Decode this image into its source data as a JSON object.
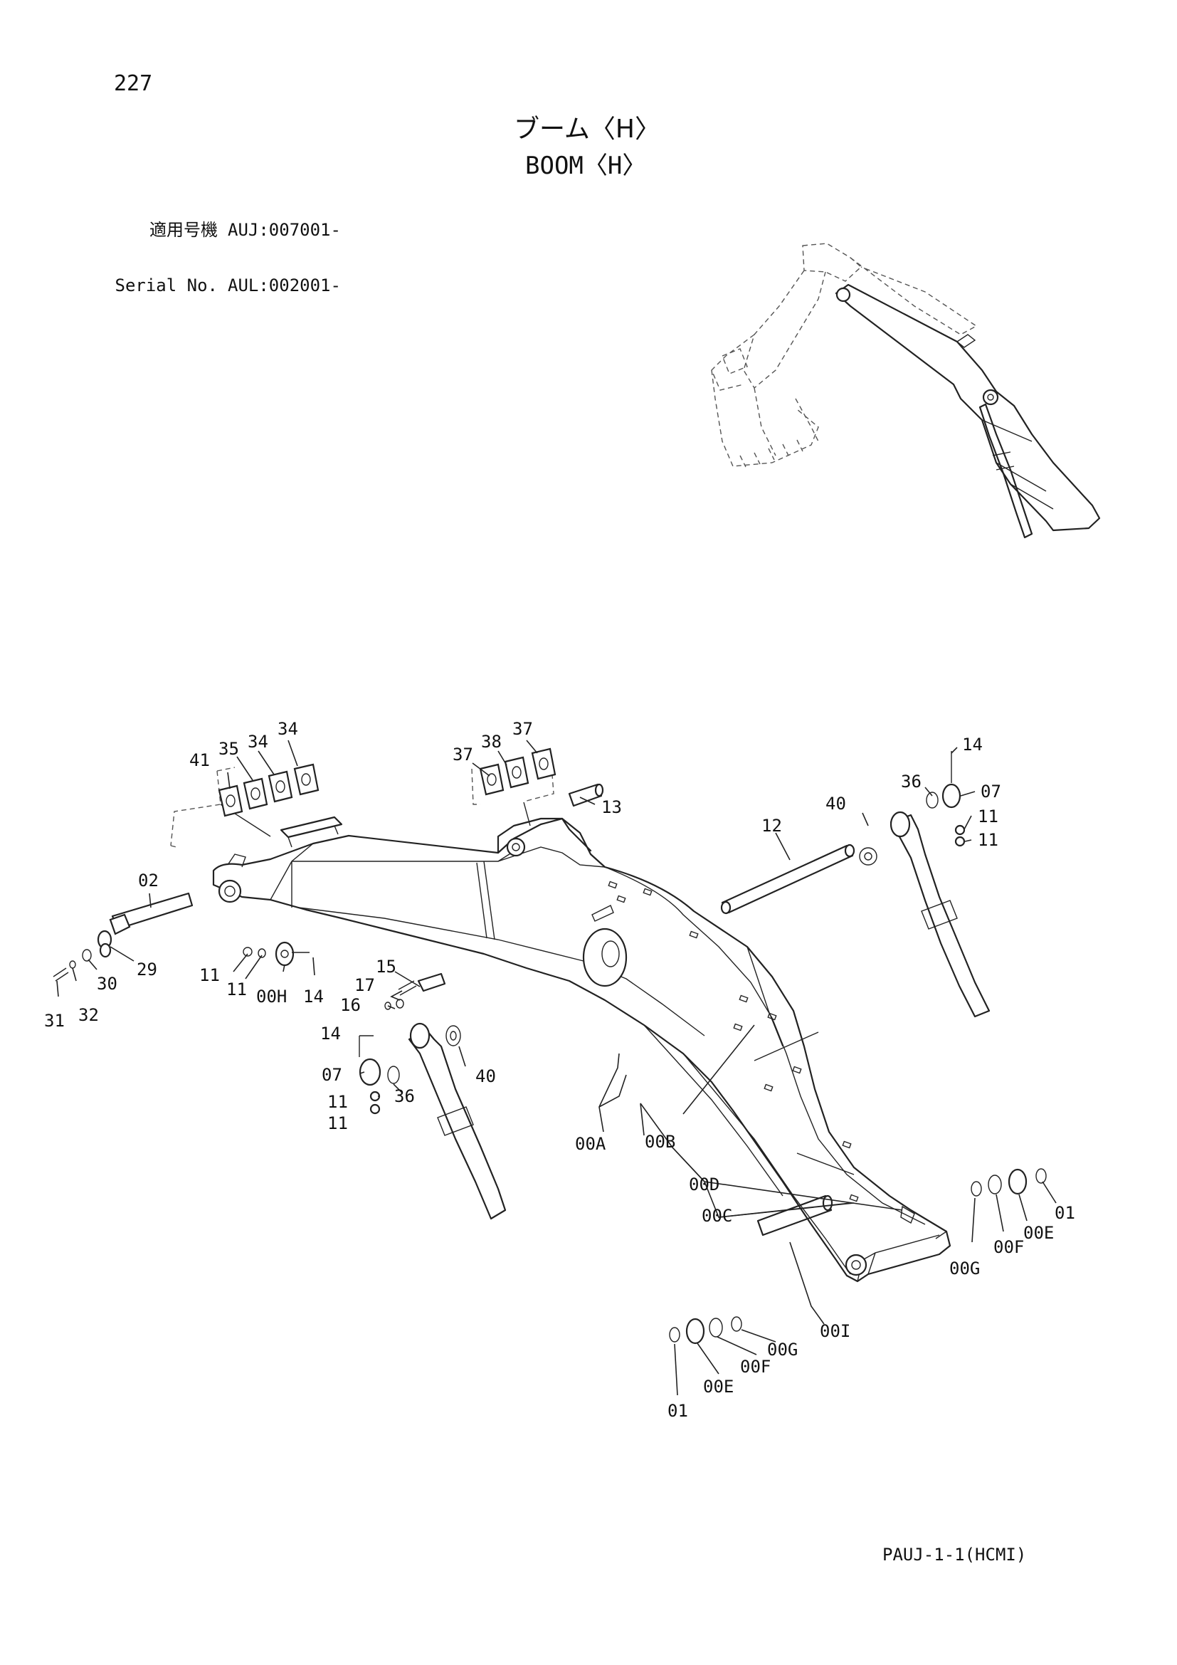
{
  "header": {
    "page_number": "227",
    "title_jp": "ブーム〈H〉",
    "title_en": "BOOM〈H〉",
    "applicable_label_jp": "適用号機",
    "applicable_value": "AUJ:007001-",
    "serial_label": "Serial No.",
    "serial_value": "AUL:002001-"
  },
  "footer": {
    "doc_code": "PAUJ-1-1(HCMI)"
  },
  "callouts": {
    "c41": "41",
    "c35": "35",
    "c34a": "34",
    "c34b": "34",
    "c37a": "37",
    "c38": "38",
    "c37b": "37",
    "c13": "13",
    "c12": "12",
    "c40a": "40",
    "c14a": "14",
    "c36a": "36",
    "c07a": "07",
    "c11a": "11",
    "c11b": "11",
    "c02": "02",
    "c29": "29",
    "c30": "30",
    "c31": "31",
    "c32": "32",
    "c11c": "11",
    "c11d": "11",
    "c00H": "00H",
    "c14b": "14",
    "c15": "15",
    "c17": "17",
    "c16": "16",
    "c14c": "14",
    "c07b": "07",
    "c11e": "11",
    "c11f": "11",
    "c36b": "36",
    "c40b": "40",
    "c00A": "00A",
    "c00B": "00B",
    "c00D": "00D",
    "c00C": "00C",
    "c01a": "01",
    "c00Ea": "00E",
    "c00Fa": "00F",
    "c00Ga": "00G",
    "c00I": "00I",
    "c00Gb": "00G",
    "c00Fb": "00F",
    "c00Eb": "00E",
    "c01b": "01"
  }
}
